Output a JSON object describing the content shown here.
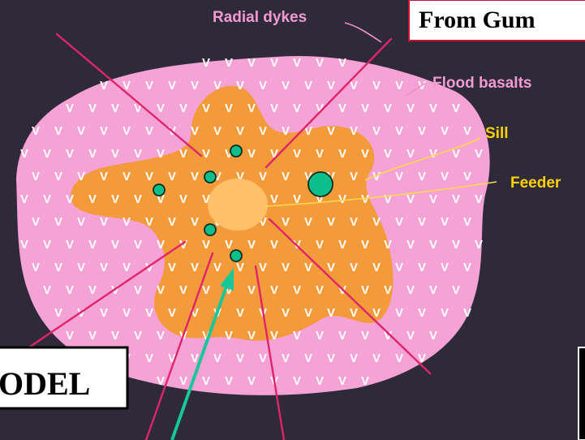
{
  "labels": {
    "radial_dykes": "Radial dykes",
    "flood_basalts": "Flood basalts",
    "sill": "Sill",
    "feeder": "Feeder"
  },
  "boxes": {
    "top_right": "From Gum",
    "bottom_left": "ODEL"
  },
  "colors": {
    "background": "#2f2a3a",
    "flood_basalts": "#f5a3d6",
    "sill": "#f39a3a",
    "feeder": "#ffc06a",
    "dyke": "#e0246a",
    "leader_pink": "#f08fc8",
    "leader_yellow": "#ffd84a",
    "label_pink": "#f49ad3",
    "label_yellow": "#ffd100",
    "dot": "#0dbf8a",
    "arrow": "#17c79a"
  },
  "v_symbol": "V"
}
